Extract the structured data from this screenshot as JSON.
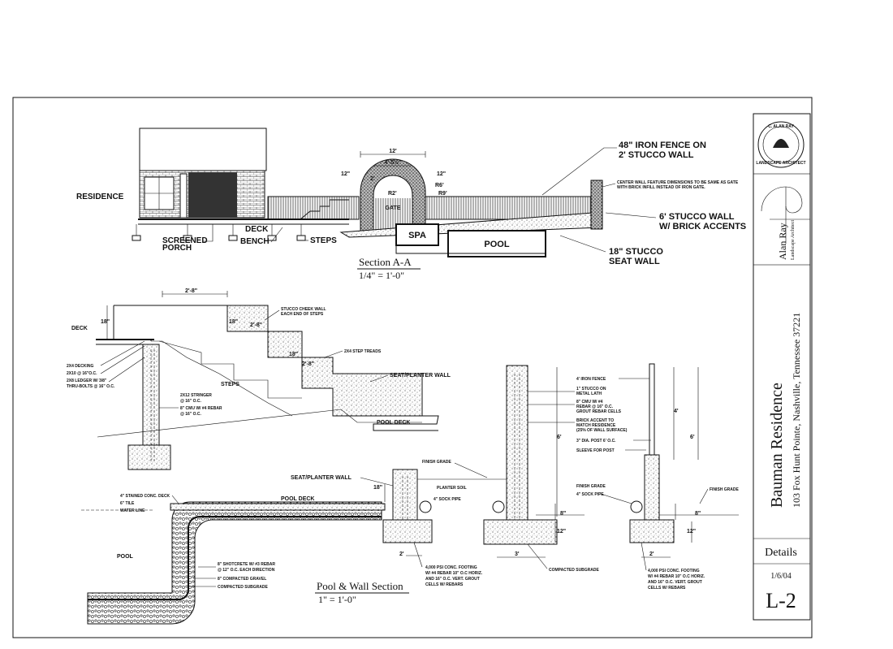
{
  "title_block": {
    "logo_text": [
      "C. ALAN RAY",
      "LANDSCAPE ARCHITECT"
    ],
    "firm_name": "Alan Ray",
    "firm_subtitle": "Landscape Architect",
    "project_name": "Bauman Residence",
    "project_address": "103 Fox Hunt Pointe, Nashville, Tennessee 37221",
    "sheet_title": "Details",
    "date": "1/6/04",
    "sheet_number": "L-2"
  },
  "section_aa": {
    "title": "Section A-A",
    "scale": "1/4\" = 1'-0\"",
    "labels": {
      "residence": "RESIDENCE",
      "screened_porch_1": "SCREENED",
      "screened_porch_2": "PORCH",
      "deck": "DECK",
      "bench": "BENCH",
      "steps": "STEPS",
      "spa": "SPA",
      "pool": "POOL",
      "gate": "GATE",
      "iron_fence_1": "48\" IRON FENCE ON",
      "iron_fence_2": "2' STUCCO WALL",
      "center_wall_1": "CENTER WALL FEATURE DIMENSIONS TO BE SAME AS GATE",
      "center_wall_2": "WITH BRICK INFILL INSTEAD OF IRON GATE.",
      "stucco_wall_1": "6' STUCCO WALL",
      "stucco_wall_2": "W/ BRICK ACCENTS",
      "seat_wall_1": "18\" STUCCO",
      "seat_wall_2": "SEAT WALL"
    },
    "dims": {
      "width_12": "12'",
      "width_4_5": "4'-5½\"",
      "left_12": "12\"",
      "right_12": "12\"",
      "r2": "R2'",
      "r6": "R6'",
      "r9": "R9'",
      "two": "2'"
    }
  },
  "step_detail": {
    "labels": {
      "deck": "DECK",
      "decking": "2X4 DECKING",
      "joist": "2X10 @ 16\"O.C.",
      "ledger_1": "2X8 LEDGER W/ 3/8\"",
      "ledger_2": "THRU-BOLTS @ 16\" O.C.",
      "stringer_1": "2X12 STRINGER",
      "stringer_2": "@ 16\" O.C.",
      "cmu_1": "8\" CMU W/ #4 REBAR",
      "cmu_2": "@ 16\" O.C.",
      "steps": "STEPS",
      "cheek_1": "STUCCO CHEEK WALL",
      "cheek_2": "EACH END OF STEPS",
      "treads": "2X4 STEP TREADS",
      "seat_planter": "SEAT/PLANTER WALL",
      "pool_deck": "POOL DECK"
    },
    "dims": {
      "top": "2'-8\"",
      "left_18": "18\"",
      "right_18a": "18\"",
      "right_28a": "2'-8\"",
      "right_18b": "18\"",
      "right_28b": "2'-8\""
    }
  },
  "pool_wall_section": {
    "title": "Pool & Wall Section",
    "scale": "1\" = 1'-0\"",
    "labels": {
      "stained_deck": "4\" STAINED CONC. DECK",
      "tile": "6\" TILE",
      "water_line": "WATER LINE",
      "pool_deck": "POOL DECK",
      "pool": "POOL",
      "shotcrete_1": "8\" SHOTCRETE W/ #3 REBAR",
      "shotcrete_2": "@ 12\" O.C. EACH DIRECTION",
      "gravel": "8\" COMPACTED GRAVEL",
      "subgrade": "COMPACTED SUBGRADE",
      "seat_planter": "SEAT/PLANTER WALL",
      "planter_soil": "PLANTER SOIL",
      "sock_pipe": "4\" SOCK PIPE",
      "finish_grade": "FINISH GRADE",
      "footing_1": "4,000 PSI CONC. FOOTING",
      "footing_2": "W/ #4 REBAR 10\" O.C HORIZ.",
      "footing_3": "AND 16\" O.C. VERT. GROUT",
      "footing_4": "CELLS W/ REBARS",
      "compacted_subgrade": "COMPACTED SUBGRADE",
      "iron_fence": "4' IRON FENCE",
      "stucco_1": "1\" STUCCO ON",
      "stucco_2": "METAL LATH",
      "cmu_1": "8\" CMU W/ #4",
      "cmu_2": "REBAR @ 16\" O.C.",
      "cmu_3": "GROUT REBAR CELLS",
      "brick_1": "BRICK ACCENT TO",
      "brick_2": "MATCH RESIDENCE",
      "brick_3": "(25% OF WALL SURFACE)",
      "post": "3\" DIA. POST 6' O.C.",
      "sleeve": "SLEEVE FOR POST",
      "finish_grade_2": "FINISH GRADE",
      "sock_pipe_2": "4\" SOCK PIPE",
      "finish_grade_3": "FINISH GRADE"
    },
    "dims": {
      "d18": "18\"",
      "d6a": "6'",
      "d8a": "8\"",
      "d12a": "12\"",
      "d2a": "2'",
      "d3": "3'",
      "d4": "4'",
      "d6b": "6'",
      "d8b": "8\"",
      "d12b": "12\"",
      "d2b": "2'"
    }
  },
  "colors": {
    "ink": "#111111",
    "paper": "#ffffff",
    "hatch": "#555555"
  }
}
